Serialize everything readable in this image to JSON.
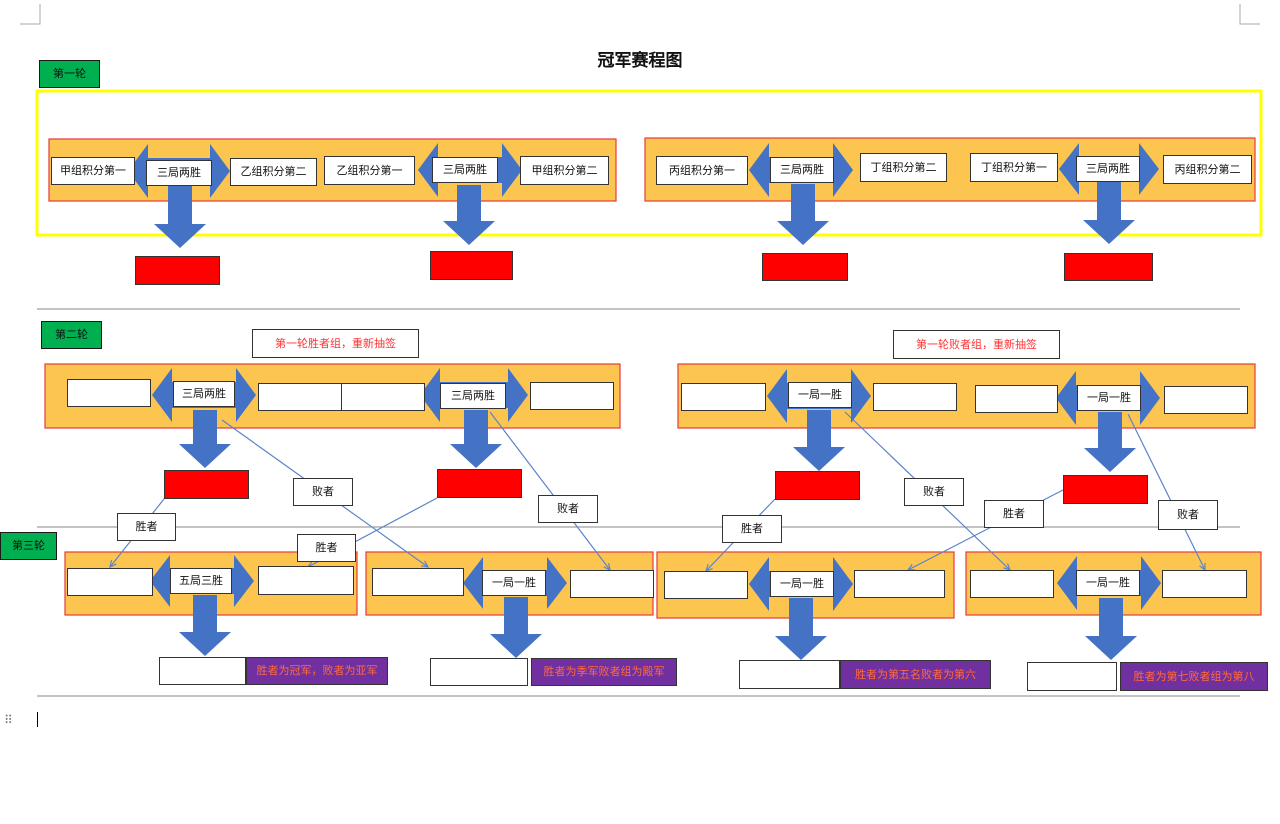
{
  "title": "冠军赛程图",
  "rounds": [
    "第一轮",
    "第二轮",
    "第三轮"
  ],
  "colors": {
    "round_label": "#00b050",
    "panel_fill": "#fcc54f",
    "panel_border": "#e43b3b",
    "highlight_border": "#ffff00",
    "arrow": "#4472c4",
    "result_box": "#ff0000",
    "rule_box": "#7030a0",
    "rule_text": "#ff6a3a",
    "note_text": "#ff3333",
    "connector": "#5b84c9"
  },
  "round1": {
    "matches": [
      {
        "left": "甲组积分第一",
        "format": "三局两胜",
        "right": "乙组积分第二"
      },
      {
        "left": "乙组积分第一",
        "format": "三局两胜",
        "right": "甲组积分第二"
      },
      {
        "left": "丙组积分第一",
        "format": "三局两胜",
        "right": "丁组积分第二"
      },
      {
        "left": "丁组积分第一",
        "format": "三局两胜",
        "right": "丙组积分第二"
      }
    ]
  },
  "round2": {
    "winners_note": "第一轮胜者组，重新抽签",
    "losers_note": "第一轮败者组，重新抽签",
    "matches": [
      {
        "format": "三局两胜"
      },
      {
        "format": "三局两胜"
      },
      {
        "format": "一局一胜"
      },
      {
        "format": "一局一胜"
      }
    ]
  },
  "round3": {
    "matches": [
      {
        "format": "五局三胜",
        "rule": "胜者为冠军，败者为亚军"
      },
      {
        "format": "一局一胜",
        "rule": "胜者为季军败者组为殿军"
      },
      {
        "format": "一局一胜",
        "rule": "胜者为第五名败者为第六"
      },
      {
        "format": "一局一胜",
        "rule": "胜者为第七败者组为第八"
      }
    ]
  },
  "connector_labels": {
    "winner": "胜者",
    "loser": "败者"
  }
}
